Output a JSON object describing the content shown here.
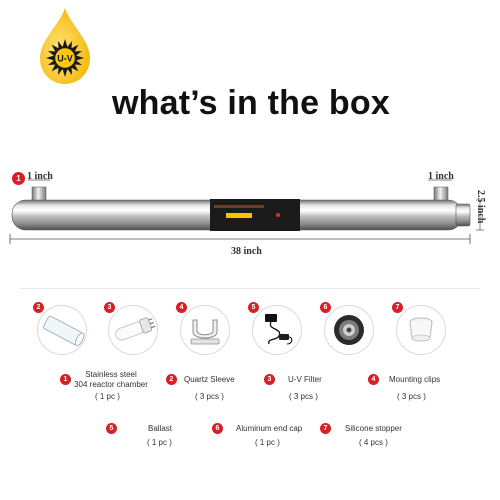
{
  "logo": {
    "badge_text": "U-V"
  },
  "heading": "what’s in the box",
  "diagram": {
    "badge": "1",
    "inlet_label": "1 inch",
    "outlet_label": "1 inch",
    "diameter_label": "2.5 inch",
    "length_label": "38 inch"
  },
  "items": [
    {
      "num": "1",
      "name_line1": "Stainless steel",
      "name_line2": "304 reactor chamber",
      "qty": "( 1 pc )"
    },
    {
      "num": "2",
      "name_line1": "Quartz Sleeve",
      "name_line2": "",
      "qty": "( 3 pcs )"
    },
    {
      "num": "3",
      "name_line1": "U-V Filter",
      "name_line2": "",
      "qty": "( 3 pcs )"
    },
    {
      "num": "4",
      "name_line1": "Mounting clips",
      "name_line2": "",
      "qty": "( 3 pcs )"
    },
    {
      "num": "5",
      "name_line1": "Ballast",
      "name_line2": "",
      "qty": "( 1 pc )"
    },
    {
      "num": "6",
      "name_line1": "Aluminum end cap",
      "name_line2": "",
      "qty": "( 1 pc )"
    },
    {
      "num": "7",
      "name_line1": "Silicone stopper",
      "name_line2": "",
      "qty": "( 4 pcs )"
    }
  ],
  "photo_badges": [
    "2",
    "3",
    "4",
    "5",
    "6",
    "7"
  ],
  "colors": {
    "accent_red": "#d71f26",
    "drop_yellow": "#f7c51e"
  }
}
